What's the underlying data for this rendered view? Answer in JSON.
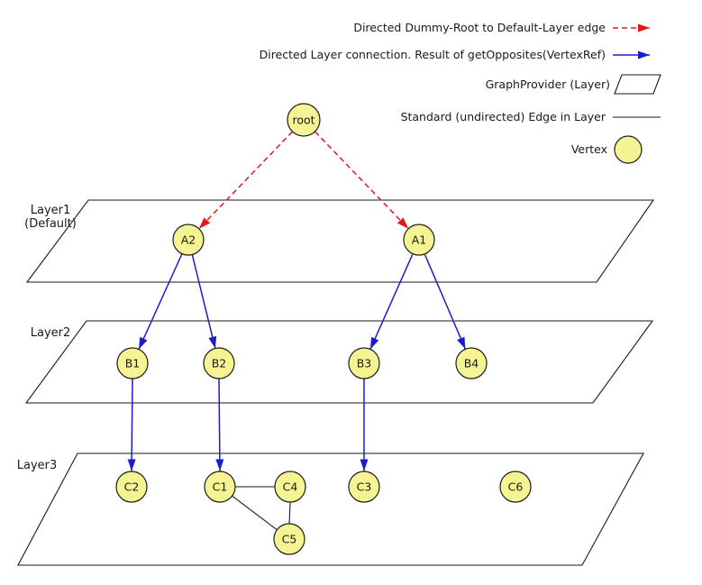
{
  "diagram": {
    "legend": {
      "items": [
        {
          "name": "dummy-root-edge",
          "label": "Directed Dummy-Root to Default-Layer edge",
          "symbol": "red-dashed-arrow"
        },
        {
          "name": "layer-connection",
          "label": "Directed Layer connection. Result of getOpposites(VertexRef)",
          "symbol": "blue-solid-arrow"
        },
        {
          "name": "graph-provider",
          "label": "GraphProvider (Layer)",
          "symbol": "parallelogram"
        },
        {
          "name": "standard-edge",
          "label": "Standard (undirected) Edge in Layer",
          "symbol": "black-line"
        },
        {
          "name": "vertex",
          "label": "Vertex",
          "symbol": "yellow-circle"
        }
      ]
    },
    "layers": [
      {
        "id": "layer1",
        "label": "Layer1",
        "sublabel": "(Default)"
      },
      {
        "id": "layer2",
        "label": "Layer2",
        "sublabel": ""
      },
      {
        "id": "layer3",
        "label": "Layer3",
        "sublabel": ""
      }
    ],
    "nodes": [
      {
        "id": "root",
        "label": "root",
        "layer": "dummy-root"
      },
      {
        "id": "A2",
        "label": "A2",
        "layer": "layer1"
      },
      {
        "id": "A1",
        "label": "A1",
        "layer": "layer1"
      },
      {
        "id": "B1",
        "label": "B1",
        "layer": "layer2"
      },
      {
        "id": "B2",
        "label": "B2",
        "layer": "layer2"
      },
      {
        "id": "B3",
        "label": "B3",
        "layer": "layer2"
      },
      {
        "id": "B4",
        "label": "B4",
        "layer": "layer2"
      },
      {
        "id": "C2",
        "label": "C2",
        "layer": "layer3"
      },
      {
        "id": "C1",
        "label": "C1",
        "layer": "layer3"
      },
      {
        "id": "C4",
        "label": "C4",
        "layer": "layer3"
      },
      {
        "id": "C3",
        "label": "C3",
        "layer": "layer3"
      },
      {
        "id": "C6",
        "label": "C6",
        "layer": "layer3"
      },
      {
        "id": "C5",
        "label": "C5",
        "layer": "layer3"
      }
    ],
    "edges": {
      "dummy_root": [
        [
          "root",
          "A2"
        ],
        [
          "root",
          "A1"
        ]
      ],
      "directed": [
        [
          "A2",
          "B1"
        ],
        [
          "A2",
          "B2"
        ],
        [
          "A1",
          "B3"
        ],
        [
          "A1",
          "B4"
        ],
        [
          "B1",
          "C2"
        ],
        [
          "B2",
          "C1"
        ],
        [
          "B3",
          "C3"
        ]
      ],
      "undirected": [
        [
          "C1",
          "C4"
        ],
        [
          "C4",
          "C5"
        ],
        [
          "C1",
          "C5"
        ]
      ]
    },
    "colors": {
      "dummy_root_edge": "#e51616",
      "directed_edge": "#1c1ccc",
      "undirected_edge": "#1a1a1a",
      "vertex_fill": "#f6f492",
      "vertex_stroke": "#1a1a1a",
      "background": "#ffffff"
    }
  }
}
